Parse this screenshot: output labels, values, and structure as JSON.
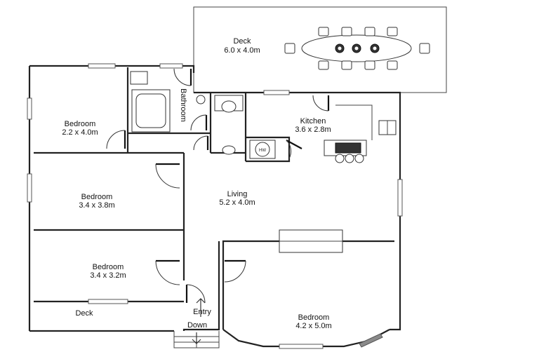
{
  "rooms": {
    "deck_top": {
      "name": "Deck",
      "size": "6.0 x 4.0m"
    },
    "bedroom_1": {
      "name": "Bedroom",
      "size": "2.2 x 4.0m"
    },
    "bathroom": {
      "name": "Bathroom"
    },
    "kitchen": {
      "name": "Kitchen",
      "size": "3.6 x 2.8m"
    },
    "laundry": {
      "appliance": "HW"
    },
    "bedroom_2": {
      "name": "Bedroom",
      "size": "3.4 x 3.8m"
    },
    "living": {
      "name": "Living",
      "size": "5.2 x 4.0m"
    },
    "bedroom_3": {
      "name": "Bedroom",
      "size": "3.4 x 3.2m"
    },
    "deck_bottom": {
      "name": "Deck"
    },
    "entry": {
      "name": "Entry"
    },
    "stairs": {
      "name": "Down"
    },
    "bedroom_4": {
      "name": "Bedroom",
      "size": "4.2 x 5.0m"
    }
  },
  "colors": {
    "wall": "#222222",
    "window_tint": "#8a8a8a"
  }
}
